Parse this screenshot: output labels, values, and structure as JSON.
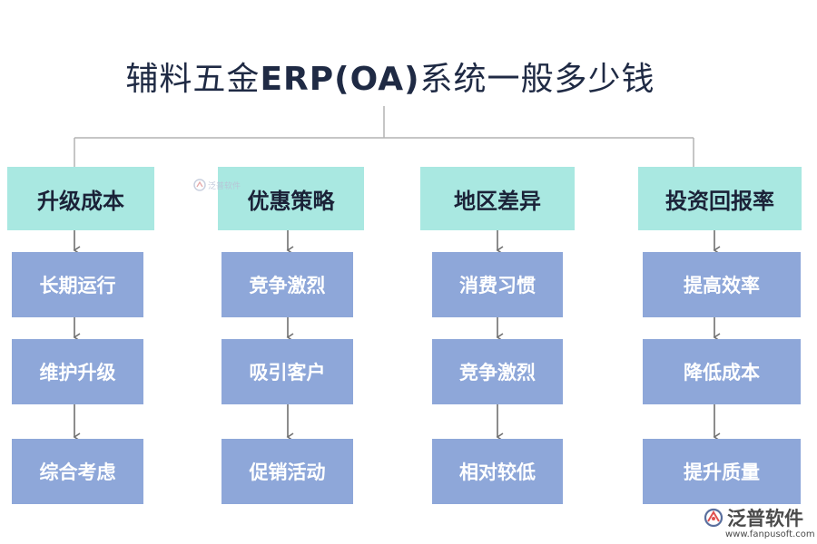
{
  "title": {
    "part1": "辅料五金",
    "part2": "ERP(OA)",
    "part3": "系统一般多少钱"
  },
  "columns": [
    {
      "heading": "升级成本",
      "items": [
        "长期运行",
        "维护升级",
        "综合考虑"
      ]
    },
    {
      "heading": "优惠策略",
      "items": [
        "竞争激烈",
        "吸引客户",
        "促销活动"
      ]
    },
    {
      "heading": "地区差异",
      "items": [
        "消费习惯",
        "竞争激烈",
        "相对较低"
      ]
    },
    {
      "heading": "投资回报率",
      "items": [
        "提高效率",
        "降低成本",
        "提升质量"
      ]
    }
  ],
  "watermark": {
    "brand": "泛普软件",
    "url": "www.fanpusoft.com"
  },
  "colors": {
    "heading_bg": "#a9e8e1",
    "box_bg": "#8ea7d9",
    "line": "#b3b3b3",
    "arrow": "#707070"
  }
}
